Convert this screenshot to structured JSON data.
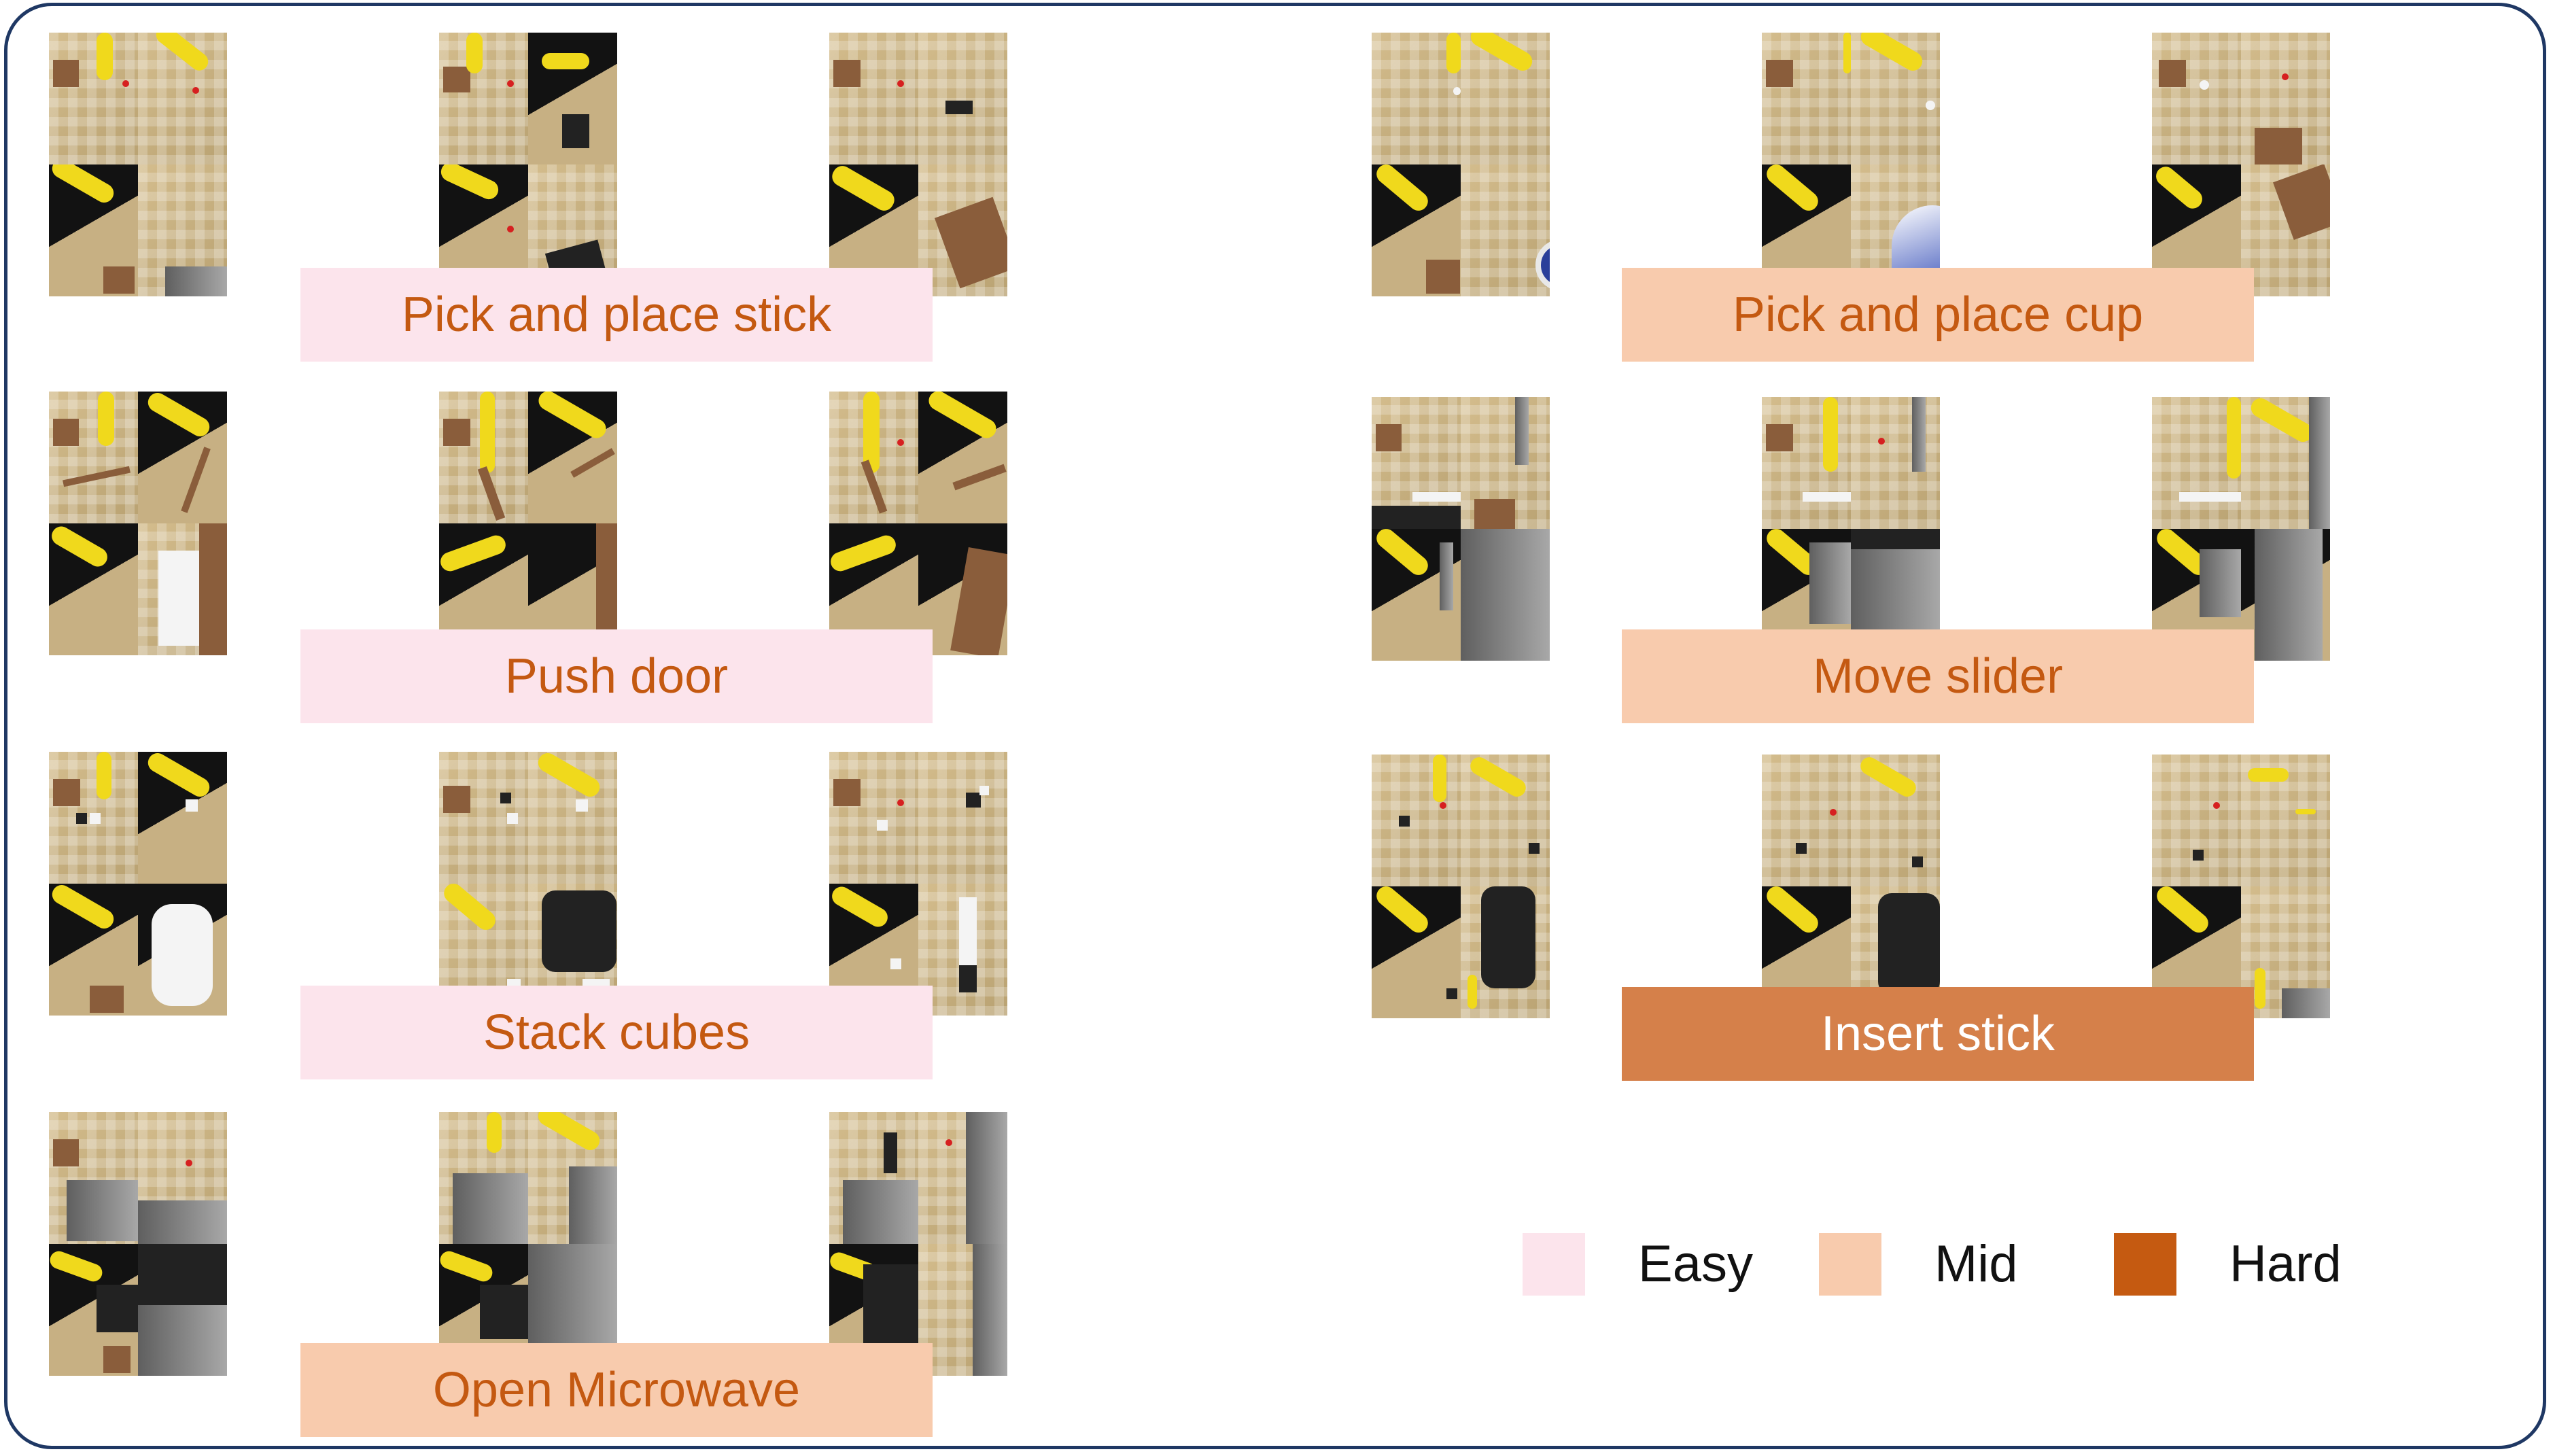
{
  "tasks": [
    {
      "label": "Pick and place stick",
      "level": "easy"
    },
    {
      "label": "Pick and place cup",
      "level": "mid"
    },
    {
      "label": "Push door",
      "level": "easy"
    },
    {
      "label": "Move slider",
      "level": "mid"
    },
    {
      "label": "Stack cubes",
      "level": "easy"
    },
    {
      "label": "Insert stick",
      "level": "hard"
    },
    {
      "label": "Open Microwave",
      "level": "mid"
    }
  ],
  "legend": {
    "easy": {
      "label": "Easy",
      "color": "#fce4ec"
    },
    "mid": {
      "label": "Mid",
      "color": "#f8cbad"
    },
    "hard": {
      "label": "Hard",
      "color": "#c55a11"
    }
  },
  "colors": {
    "border": "#1f3864",
    "label_text": "#c45911"
  }
}
